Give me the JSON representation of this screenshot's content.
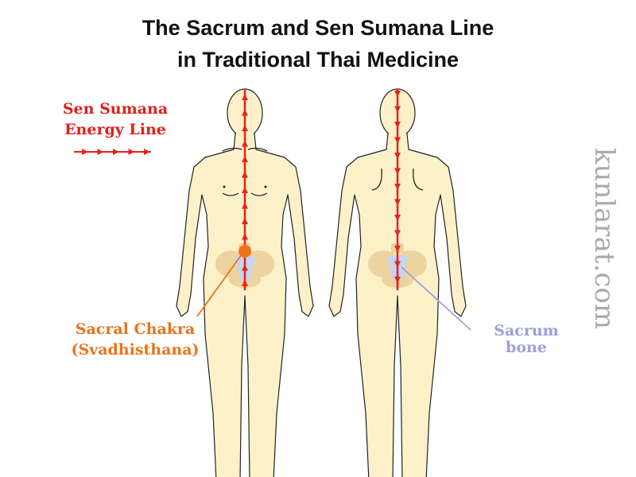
{
  "title": {
    "line1": "The Sacrum and Sen Sumana Line",
    "line2": "in Traditional Thai Medicine"
  },
  "legend": {
    "line1": "Sen Sumana",
    "line2": "Energy Line"
  },
  "labels": {
    "chakra_line1": "Sacral Chakra",
    "chakra_line2": "(Svadhisthana)",
    "sacrum_line1": "Sacrum",
    "sacrum_line2": "bone"
  },
  "watermark": "kunlarat.com",
  "colors": {
    "energy": "#e8211d",
    "chakra": "#ec7419",
    "sacrum": "#9ea2dc",
    "skin": "#fdf1c9",
    "pelvis": "#ecd3a0",
    "sacrum_fill": "#c7d5ef"
  }
}
